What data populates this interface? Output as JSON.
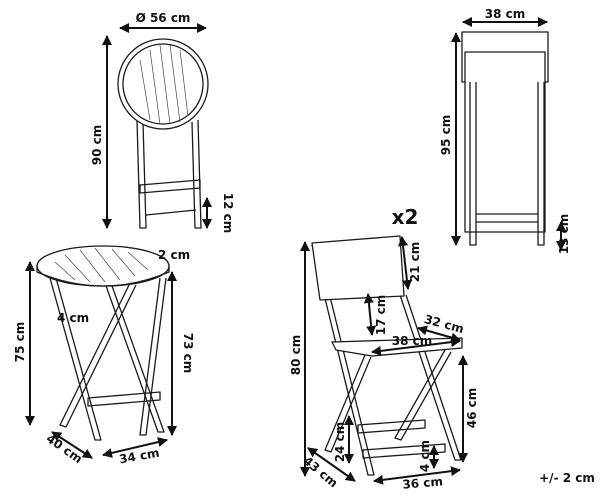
{
  "folded_table": {
    "diameter": "Ø 56 cm",
    "height": "90 cm",
    "depth": "12 cm"
  },
  "folded_chair": {
    "width": "38 cm",
    "height": "95 cm",
    "depth": "13 cm"
  },
  "table": {
    "top_thickness": "2 cm",
    "leg_width": "4 cm",
    "total_height": "75 cm",
    "under_top_height": "73 cm",
    "depth": "40 cm",
    "width": "34 cm"
  },
  "chair": {
    "quantity": "x2",
    "total_height": "80 cm",
    "backrest_height": "21 cm",
    "back_gap": "17 cm",
    "seat_depth": "32 cm",
    "seat_width": "38 cm",
    "seat_height": "46 cm",
    "footrest_height": "24 cm",
    "bar_height": "4 cm",
    "depth": "43 cm",
    "width": "36 cm"
  },
  "tolerance": "+/- 2 cm"
}
